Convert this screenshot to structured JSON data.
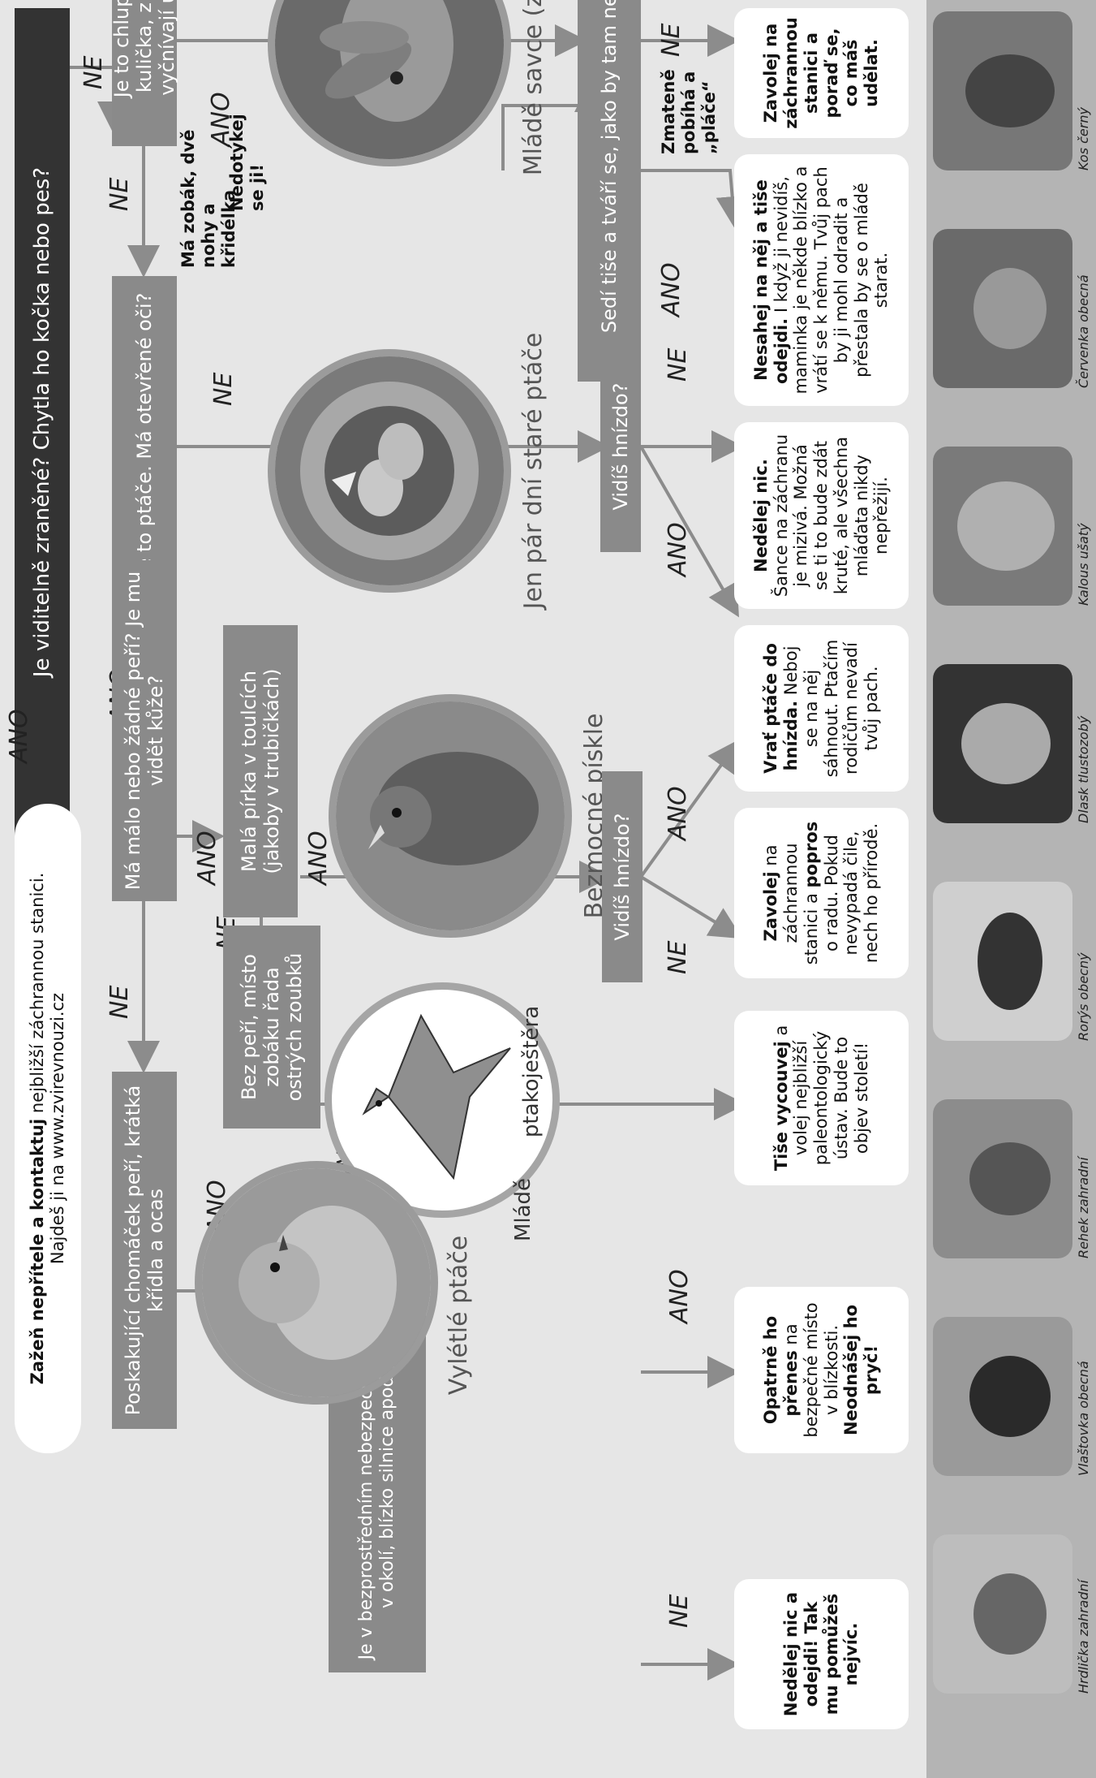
{
  "start": "Je viditelně zraněné? Chytla ho kočka nebo pes?",
  "contact": {
    "line1_bold": "Zažeň nepřítele a kontaktuj",
    "line1_rest": " nejbližší záchrannou stanici.",
    "line2": "Najdeš ji na www.zvirevnouzi.cz"
  },
  "labels": {
    "ano": "ANO",
    "ne": "NE"
  },
  "q_hare": "Je to chlupatá kulička, z níž vyčnívají uši?",
  "note_hare": "Nedotýkej se ji!",
  "note_bird": "Má zobák, dvě nohy a křidélka",
  "q_chick": "Je to ptáče. Má otevřené oči?",
  "q_feathers": "Má málo nebo žádné peří? Je mu vidět kůže?",
  "q_fledgling": "Poskakující chomáček peří, krátká křídla a ocas",
  "q_tubes": "Malá pírka v toulcích (jakoby v trubičkách)",
  "q_teeth": "Bez peří, místo zobáku řada ostrých zoubků",
  "q_danger": "Je v bezprostředním nebezpečí? (kočky v okolí, blízko silnice apod.)",
  "q_hare_sits": "Sedí tiše a tváří se, jako by tam nebylo?",
  "note_confused": "Zmateně pobíhá a „pláče“",
  "q_nest1": "Vidíš hnízdo?",
  "q_nest2": "Vidíš hnízdo?",
  "circles": {
    "hare": "Mládě savce (zajíček)",
    "nestling": "Jen pár dní staré ptáče",
    "helpless": "Bezmocné pískle",
    "fledgling": "Vylétlé ptáče",
    "ptero1": "Mládě",
    "ptero2": "ptakoještěra"
  },
  "answers": {
    "hare_call": {
      "b": "Zavolej na záchrannou stanici a poraď se, co máš udělat.",
      "t": ""
    },
    "hare_leave": {
      "b": "Nesahej na něj a tiše odejdi.",
      "t": " I když ji nevidíš, maminka je někde blízko a vrátí se k němu. Tvůj pach by ji mohl odradit a přestala by se o mládě starat."
    },
    "chick_nothing": {
      "b": "Nedělej nic.",
      "t": " Šance na záchranu je mizivá. Možná se ti to bude zdát kruté, ale všechna mláďata nikdy nepřežijí."
    },
    "chick_return": {
      "b": "Vrať ptáče do hnízda.",
      "t": " Neboj se na něj sáhnout. Ptačím rodičům nevadí tvůj pach."
    },
    "tubes_call": {
      "b1": "Zavolej",
      "t1": " na záchrannou stanici a ",
      "b2": "popros",
      "t2": " o radu. Pokud nevypadá čile, nech ho přírodě."
    },
    "ptero": {
      "b": "Tiše vycouvej",
      "t": " a volej nejbližší paleontologický ústav. Bude to objev století!"
    },
    "move": {
      "b1": "Opatrně ho přenes",
      "t1": " na bezpečné místo v blízkosti. ",
      "b2": "Neodnášej ho pryč!",
      "t2": ""
    },
    "nothing": {
      "b": "Nedělej nic a odejdi! Tak mu pomůžeš nejvíc.",
      "t": ""
    }
  },
  "birds": [
    "Kos černý",
    "Červenka obecná",
    "Kalous ušatý",
    "Dlask tlustozobý",
    "Rorýs obecný",
    "Rehek zahradní",
    "Vlaštovka obecná",
    "Hrdlička zahradní"
  ]
}
